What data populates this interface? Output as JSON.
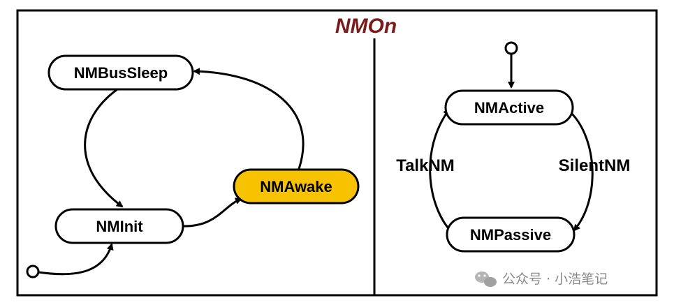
{
  "diagram": {
    "title": "NMOn",
    "title_color": "#7a1b1b",
    "highlight_color": "#f7c300",
    "states": {
      "bus_sleep": "NMBusSleep",
      "init": "NMInit",
      "awake": "NMAwake",
      "active": "NMActive",
      "passive": "NMPassive"
    },
    "transitions": {
      "talk": "TalkNM",
      "silent": "SilentNM"
    }
  },
  "watermark": {
    "text": "公众号 · 小浩笔记",
    "icon": "wechat-icon"
  }
}
